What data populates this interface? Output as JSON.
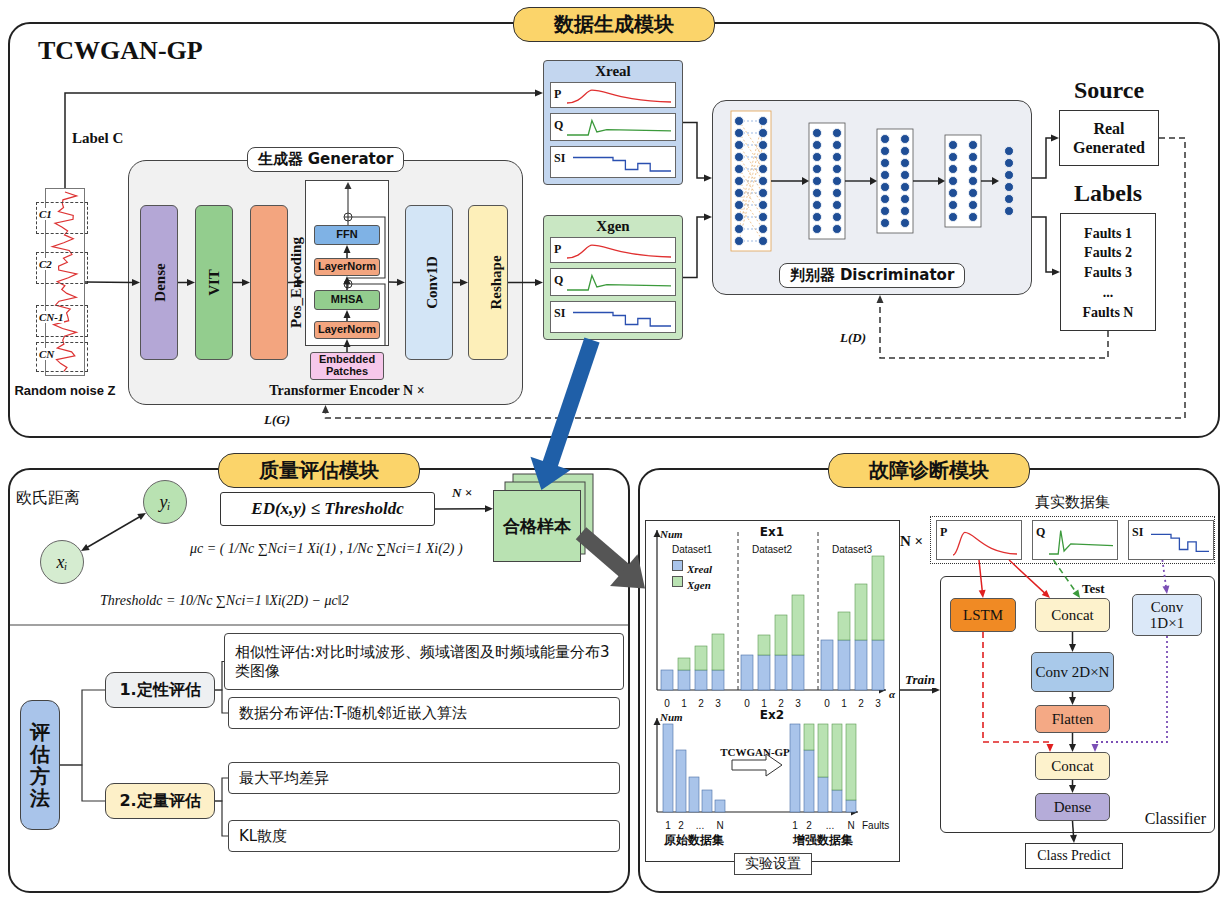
{
  "diagram": {
    "nodes": [
      {
        "text": [
          "数据生成模块"
        ]
      },
      {
        "text": [
          "Random noise Z"
        ],
        "in": 0
      },
      {
        "text": [
          "C1"
        ],
        "in": 1
      },
      {
        "text": [
          "C2"
        ],
        "in": 1
      },
      {
        "text": [
          "CN-1"
        ],
        "in": 1
      },
      {
        "text": [
          "CN"
        ],
        "in": 1
      },
      {
        "text": [
          "生成器 Generator"
        ],
        "in": 0
      },
      {
        "text": [
          "Dense"
        ],
        "in": 6
      },
      {
        "text": [
          "VIT"
        ],
        "in": 6
      },
      {
        "text": [
          "Pos_Encoding"
        ],
        "in": 6
      },
      {
        "text": [
          "Transformer Encoder N ×"
        ],
        "in": 6
      },
      {
        "text": [
          "FFN"
        ],
        "in": 10
      },
      {
        "text": [
          "LayerNorm"
        ],
        "in": 10
      },
      {
        "text": [
          "MHSA"
        ],
        "in": 10
      },
      {
        "text": [
          "LayerNorm"
        ],
        "in": 10
      },
      {
        "text": [
          "Embedded Patches"
        ],
        "in": 6
      },
      {
        "text": [
          "Conv1D"
        ],
        "in": 6
      },
      {
        "text": [
          "Reshape"
        ],
        "in": 6
      },
      {
        "text": [
          "Xreal"
        ],
        "in": 0
      },
      {
        "text": [
          "P"
        ],
        "in": 18
      },
      {
        "text": [
          "Q"
        ],
        "in": 18
      },
      {
        "text": [
          "SI"
        ],
        "in": 18
      },
      {
        "text": [
          "Xgen"
        ],
        "in": 0
      },
      {
        "text": [
          "P"
        ],
        "in": 22
      },
      {
        "text": [
          "Q"
        ],
        "in": 22
      },
      {
        "text": [
          "SI"
        ],
        "in": 22
      },
      {
        "text": [
          "判别器 Discriminator"
        ],
        "in": 0
      },
      {
        "text": [
          "Source",
          "Real Generated"
        ],
        "in": 0
      },
      {
        "text": [
          "Labels",
          "Faults 1",
          "Faults 2",
          "Faults 3",
          "...",
          "Faults N"
        ],
        "in": 0
      },
      {
        "text": [
          "质量评估模块"
        ]
      },
      {
        "text": [
          "yᵢ"
        ],
        "in": 29
      },
      {
        "text": [
          "xᵢ"
        ],
        "in": 29
      },
      {
        "text": [
          "ED(x,y) ≤ Thresholdc"
        ],
        "in": 29
      },
      {
        "text": [
          "合格样本"
        ],
        "in": 29
      },
      {
        "text": [
          "评估方法"
        ],
        "in": 29
      },
      {
        "text": [
          "1.定性评估"
        ],
        "in": 29
      },
      {
        "text": [
          "相似性评估:对比时域波形、频域谱图及时频域能量分布3类图像"
        ],
        "in": 29
      },
      {
        "text": [
          "数据分布评估:T-随机邻近嵌入算法"
        ],
        "in": 29
      },
      {
        "text": [
          "2.定量评估"
        ],
        "in": 29
      },
      {
        "text": [
          "最大平均差异"
        ],
        "in": 29
      },
      {
        "text": [
          "KL散度"
        ],
        "in": 29
      },
      {
        "text": [
          "故障诊断模块"
        ]
      },
      {
        "text": [
          "实验设置"
        ],
        "in": 41
      },
      {
        "text": [
          "真实数据集"
        ],
        "in": 41
      },
      {
        "text": [
          "P"
        ],
        "in": 43
      },
      {
        "text": [
          "Q"
        ],
        "in": 43
      },
      {
        "text": [
          "SI"
        ],
        "in": 43
      },
      {
        "text": [
          "Classifier"
        ],
        "in": 41
      },
      {
        "text": [
          "LSTM"
        ],
        "in": 47
      },
      {
        "text": [
          "Concat"
        ],
        "in": 47
      },
      {
        "text": [
          "Conv 1D×1"
        ],
        "in": 47
      },
      {
        "text": [
          "Conv 2D×N"
        ],
        "in": 47
      },
      {
        "text": [
          "Flatten"
        ],
        "in": 47
      },
      {
        "text": [
          "Concat"
        ],
        "in": 47
      },
      {
        "text": [
          "Dense"
        ],
        "in": 47
      },
      {
        "text": [
          "Class Predict"
        ],
        "in": 41
      }
    ],
    "edges": [
      {
        "from": 1,
        "to": 7,
        "arrow": "to"
      },
      {
        "from": 1,
        "to": 18,
        "arrow": "to"
      },
      {
        "from": 7,
        "to": 8,
        "arrow": "to"
      },
      {
        "from": 8,
        "to": 9,
        "arrow": "to"
      },
      {
        "from": 9,
        "to": 10,
        "arrow": "to"
      },
      {
        "from": 10,
        "to": 16,
        "arrow": "to"
      },
      {
        "from": 16,
        "to": 17,
        "arrow": "to"
      },
      {
        "from": 17,
        "to": 22,
        "arrow": "to"
      },
      {
        "from": 15,
        "to": 14,
        "arrow": "to"
      },
      {
        "from": 14,
        "to": 13,
        "arrow": "to"
      },
      {
        "from": 13,
        "to": 12,
        "arrow": "to"
      },
      {
        "from": 12,
        "to": 11,
        "arrow": "to"
      },
      {
        "from": 18,
        "to": 26,
        "arrow": "to"
      },
      {
        "from": 22,
        "to": 26,
        "arrow": "to"
      },
      {
        "from": 26,
        "to": 27,
        "arrow": "to"
      },
      {
        "from": 26,
        "to": 28,
        "arrow": "to"
      },
      {
        "from": 27,
        "to": 6,
        "label": "L(G)",
        "arrow": "to"
      },
      {
        "from": 28,
        "to": 26,
        "label": "L(D)",
        "arrow": "to"
      },
      {
        "from": 22,
        "to": 33,
        "arrow": "to"
      },
      {
        "from": 31,
        "to": 30,
        "arrow": "both"
      },
      {
        "from": 32,
        "to": 33,
        "label": "N ×",
        "arrow": "to"
      },
      {
        "from": 33,
        "to": 42,
        "arrow": "to"
      },
      {
        "from": 34,
        "to": 35,
        "arrow": "none"
      },
      {
        "from": 34,
        "to": 38,
        "arrow": "none"
      },
      {
        "from": 35,
        "to": 36,
        "arrow": "none"
      },
      {
        "from": 35,
        "to": 37,
        "arrow": "none"
      },
      {
        "from": 38,
        "to": 39,
        "arrow": "none"
      },
      {
        "from": 38,
        "to": 40,
        "arrow": "none"
      },
      {
        "from": 42,
        "to": 47,
        "label": "Train",
        "arrow": "to"
      },
      {
        "from": 44,
        "to": 48,
        "arrow": "to"
      },
      {
        "from": 44,
        "to": 49,
        "arrow": "to"
      },
      {
        "from": 45,
        "to": 49,
        "arrow": "to"
      },
      {
        "from": 46,
        "to": 50,
        "arrow": "to"
      },
      {
        "from": 49,
        "to": 51,
        "arrow": "to"
      },
      {
        "from": 51,
        "to": 52,
        "arrow": "to"
      },
      {
        "from": 52,
        "to": 53,
        "arrow": "to"
      },
      {
        "from": 48,
        "to": 53,
        "arrow": "to"
      },
      {
        "from": 50,
        "to": 53,
        "arrow": "to"
      },
      {
        "from": 53,
        "to": 54,
        "arrow": "to"
      },
      {
        "from": 54,
        "to": 55,
        "arrow": "to"
      }
    ],
    "labels": [
      "TCWGAN-GP",
      "Label C",
      "欧氏距离",
      "μc = ( 1/Nc ∑Nci=1 Xi(1) , 1/Nc ∑Nci=1 Xi(2) )",
      "Thresholdc = 10/Nc ∑Nci=1 ‖Xi(2D) − μc‖2",
      "N ×",
      "Test",
      "Num",
      "Ex1",
      "Dataset1",
      "Dataset2",
      "Dataset3",
      "0",
      "1",
      "2",
      "3",
      "0",
      "1",
      "2",
      "3",
      "0",
      "1",
      "2",
      "3",
      "α",
      "Num",
      "Ex2",
      "TCWGAN-GP",
      "1",
      "2",
      "...",
      "N",
      "原始数据集",
      "1",
      "2",
      "...",
      "N",
      "增强数据集",
      "Faults"
    ],
    "legend": [
      {
        "text": "Xreal",
        "color": "#a9c4ea"
      },
      {
        "text": "Xgen",
        "color": "#b9e2b2"
      }
    ]
  }
}
